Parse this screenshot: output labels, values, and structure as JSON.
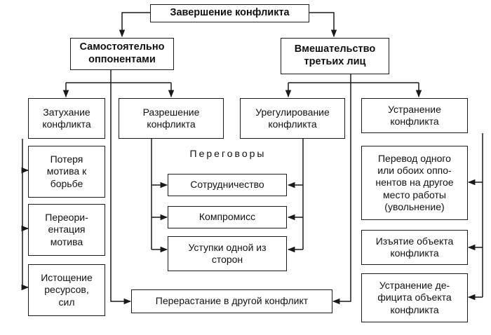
{
  "title": "Завершение конфликта",
  "branches": {
    "self": "Самостоятельно\nоппонентами",
    "third": "Вмешательство\nтретьих лиц"
  },
  "categories": {
    "fading": "Затухание\nконфликта",
    "resolution": "Разрешение\nконфликта",
    "settlement": "Урегулирование\nконфликта",
    "elimination": "Устранение\nконфликта"
  },
  "fading_items": [
    "Потеря\nмотива к\nборьбе",
    "Переори-\nентация\nмотива",
    "Истощение\nресурсов,\nсил"
  ],
  "negotiations": {
    "label": "Переговоры",
    "items": [
      "Сотрудничество",
      "Компромисс",
      "Уступки одной из\nсторон"
    ]
  },
  "elimination_items": [
    "Перевод одного\nили обоих оппо-\nнентов на другое\nместо работы\n(увольнение)",
    "Изъятие объекта\nконфликта",
    "Устранение де-\nфицита объекта\nконфликта"
  ],
  "escalation": "Перерастание в другой конфликт"
}
